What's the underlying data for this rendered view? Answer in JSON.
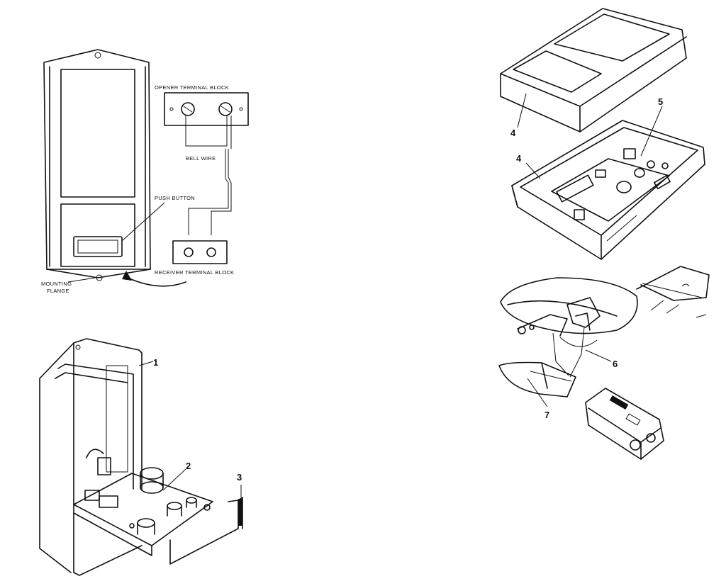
{
  "labels": {
    "opener_terminal_block": "OPENER TERMINAL BLOCK",
    "bell_wire": "BELL WIRE",
    "push_button": "PUSH BUTTON",
    "receiver_terminal_block": "RECEIVER TERMINAL BLOCK",
    "mounting_flange_line1": "MOUNTING",
    "mounting_flange_line2": "FLANGE"
  },
  "callouts": {
    "p1": "1",
    "p2": "2",
    "p3": "3",
    "p4a": "4",
    "p4b": "4",
    "p5": "5",
    "p6": "6",
    "p7": "7"
  }
}
